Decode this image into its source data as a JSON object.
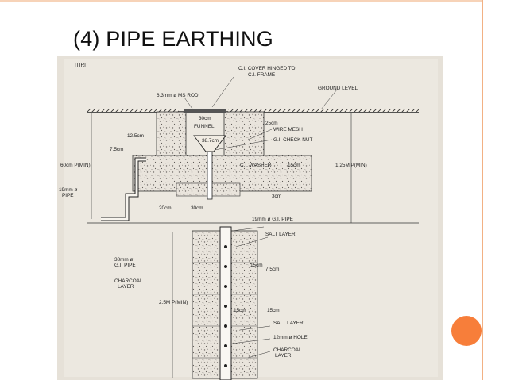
{
  "slide": {
    "title": "(4) PIPE EARTHING",
    "accent_color": "#f77e3a",
    "frame_color": "#f2b184"
  },
  "diagram": {
    "top_scan_text": "ITIRI",
    "labels": {
      "ci_cover_1": "C.I. COVER HINGED TO",
      "ci_cover_2": "C.I. FRAME",
      "ms_rod": "6.3mm ø MS ROD",
      "ground_level": "GROUND LEVEL",
      "dim_30": "30cm",
      "funnel": "FUNNEL",
      "dim_25": "25cm",
      "wire_mesh": "WIRE MESH",
      "dim_12_5": "12.5cm",
      "dim_38_7": "38.7cm",
      "ci_check_nut": "G.I. CHECK NUT",
      "dim_7_5": "7.5cm",
      "dim_60": "60cm P(MIN)",
      "ci_washer": "C.I. WASHER",
      "dim_15a": "15cm",
      "dim_125": "1.25M P(MIN)",
      "pipe_left_1": "19mm ø",
      "pipe_left_2": "PIPE",
      "dim_3": "3cm",
      "dim_20": "20cm",
      "dim_30b": "30cm",
      "gi_pipe_19": "19mm ø G.I. PIPE",
      "salt_layer_top": "SALT LAYER",
      "gi_pipe_38_1": "38mm ø",
      "gi_pipe_38_2": "G.I. PIPE",
      "dim_15b": "15cm",
      "dim_7_5b": "7.5cm",
      "charcoal_left_1": "CHARCOAL",
      "charcoal_left_2": "LAYER",
      "dim_2_5": "2.5M P(MIN)",
      "dim_15c": "15cm",
      "dim_15d": "15cm",
      "salt_layer_bottom": "SALT LAYER",
      "hole": "12mm ø HOLE",
      "charcoal_right_1": "CHARCOAL",
      "charcoal_right_2": "LAYER"
    }
  }
}
